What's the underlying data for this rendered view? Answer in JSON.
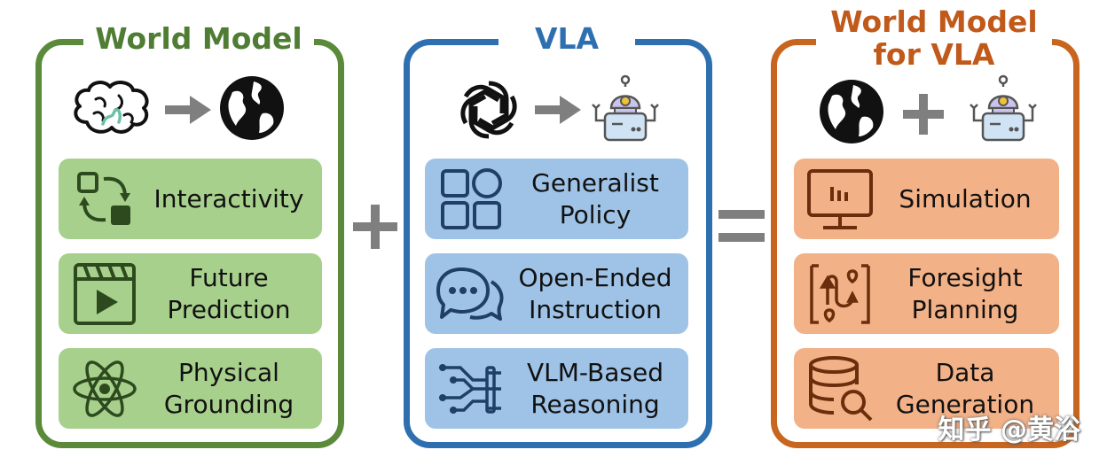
{
  "colors": {
    "green_border": "#5a8a3a",
    "green_title": "#4e7d33",
    "green_card": "#a8d08d",
    "blue_border": "#2e6fb0",
    "blue_title": "#2e6fb0",
    "blue_card": "#9fc3e6",
    "orange_border": "#c8651e",
    "orange_title": "#c0591a",
    "orange_card": "#f2b187",
    "operator": "#7f7f7f"
  },
  "world_model": {
    "title": "World Model",
    "header_icons": [
      "brain-icon",
      "arrow-right-icon",
      "globe-icon"
    ],
    "cards": [
      {
        "label": "Interactivity",
        "icon": "transform-icon"
      },
      {
        "label": "Future\nPrediction",
        "icon": "video-icon"
      },
      {
        "label": "Physical\nGrounding",
        "icon": "atom-icon"
      }
    ]
  },
  "vla": {
    "title": "VLA",
    "header_icons": [
      "openai-icon",
      "arrow-right-icon",
      "robot-icon"
    ],
    "cards": [
      {
        "label": "Generalist\nPolicy",
        "icon": "grid-icon"
      },
      {
        "label": "Open-Ended\nInstruction",
        "icon": "chat-bubbles-icon"
      },
      {
        "label": "VLM-Based\nReasoning",
        "icon": "circuit-icon"
      }
    ]
  },
  "wm_for_vla": {
    "title_line1": "World Model",
    "title_line2": "for VLA",
    "header_icons": [
      "globe-icon",
      "plus-icon",
      "robot-icon"
    ],
    "cards": [
      {
        "label": "Simulation",
        "icon": "monitor-icon"
      },
      {
        "label": "Foresight\nPlanning",
        "icon": "route-icon"
      },
      {
        "label": "Data\nGeneration",
        "icon": "database-icon"
      }
    ]
  },
  "operators": {
    "plus": "+",
    "equals": "="
  },
  "watermark": "知乎 @黄浴"
}
